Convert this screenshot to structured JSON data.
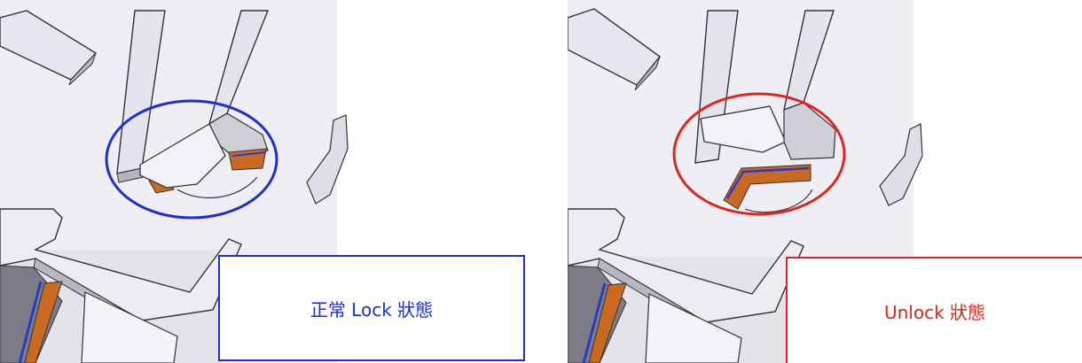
{
  "panels": [
    {
      "id": "normal",
      "label": "正常 Lock 狀態",
      "highlight_color": "#1f2fcf"
    },
    {
      "id": "unlock",
      "label": "Unlock 狀態",
      "highlight_color": "#e3241c"
    }
  ]
}
